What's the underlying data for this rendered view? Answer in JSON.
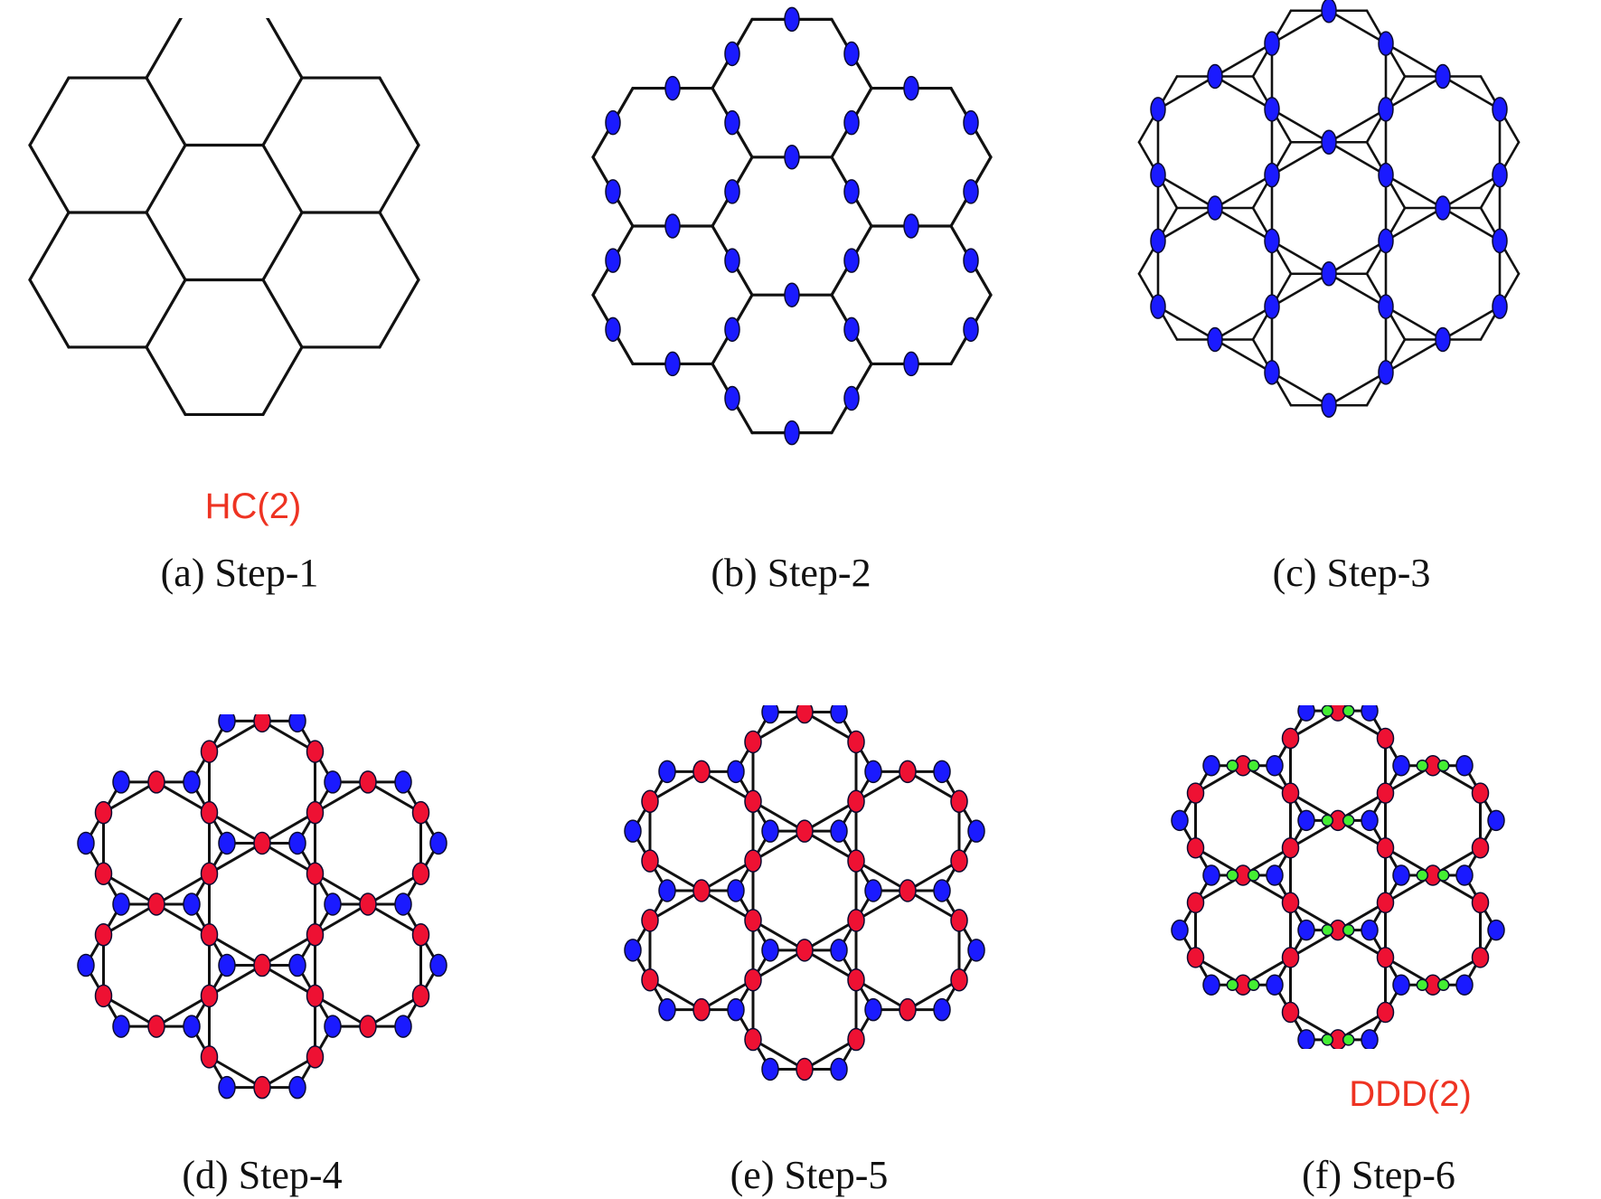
{
  "figure": {
    "colors": {
      "edge": "#111111",
      "vertex_blue": "#1a1aff",
      "vertex_red": "#ee1133",
      "vertex_green": "#44ee33",
      "vertex_outline": "#0a0a30",
      "tag": "#ee3322"
    },
    "panels": [
      {
        "id": "a",
        "caption": "(a) Step-1",
        "tag": "HC(2)"
      },
      {
        "id": "b",
        "caption": "(b) Step-2",
        "tag": ""
      },
      {
        "id": "c",
        "caption": "(c) Step-3",
        "tag": ""
      },
      {
        "id": "d",
        "caption": "(d) Step-4",
        "tag": ""
      },
      {
        "id": "e",
        "caption": "(e) Step-5",
        "tag": ""
      },
      {
        "id": "f",
        "caption": "(f) Step-6",
        "tag": "DDD(2)"
      }
    ]
  }
}
